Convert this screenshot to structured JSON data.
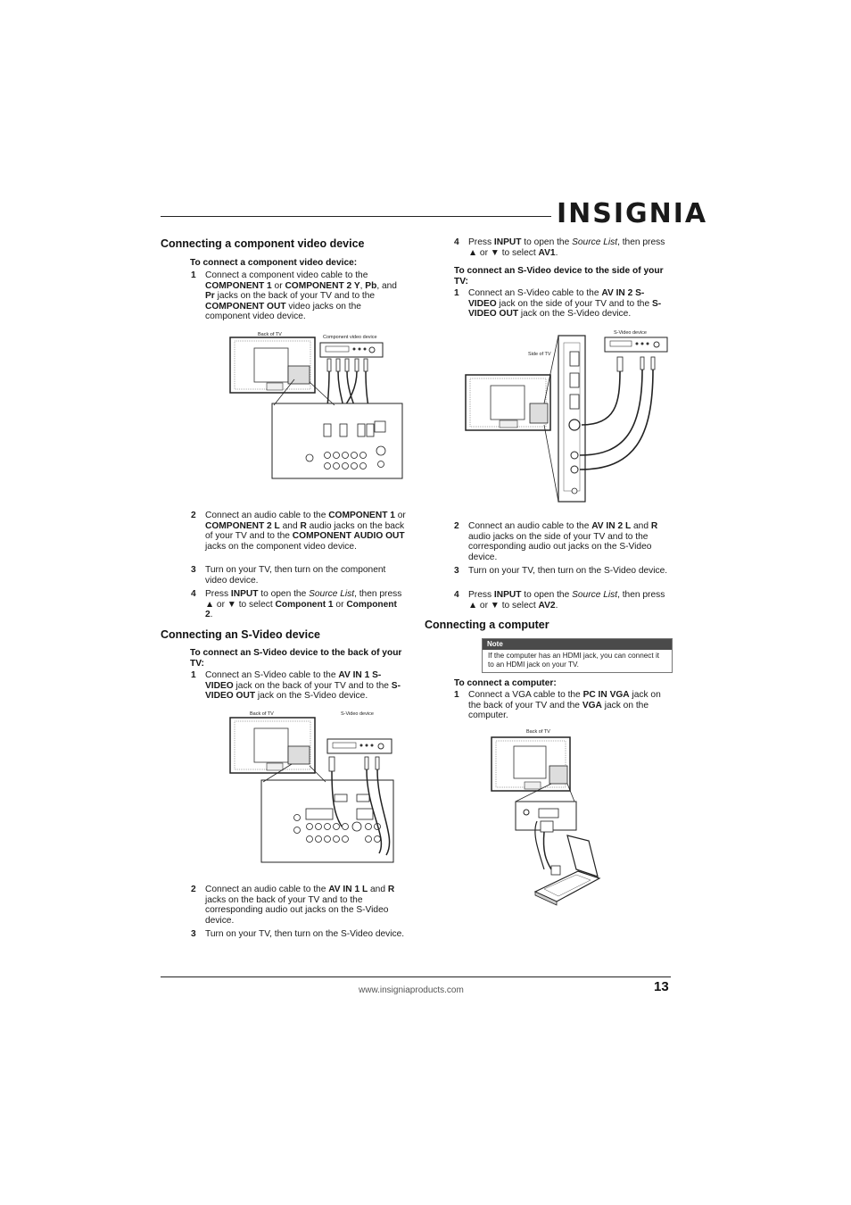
{
  "header": {
    "logo_text": "INSIGNIA",
    "tm": "™"
  },
  "left": {
    "h1": "Connecting a component video device",
    "sub1": "To connect a component video device:",
    "comp_step1": {
      "num": "1",
      "parts": [
        "Connect a component video cable to the ",
        "COMPONENT 1",
        " or ",
        "COMPONENT 2 Y",
        ", ",
        "Pb",
        ", and ",
        "Pr",
        " jacks on the back of your TV and to the ",
        "COMPONENT OUT",
        " video jacks on the component video device."
      ]
    },
    "fig1": {
      "label_back": "Back of TV",
      "label_device": "Component video device"
    },
    "comp_step2": {
      "num": "2",
      "parts": [
        "Connect an audio cable to the ",
        "COMPONENT 1",
        " or ",
        "COMPONENT 2 L",
        " and ",
        "R",
        " audio jacks on the back of your TV and to the ",
        "COMPONENT AUDIO OUT",
        " jacks on the component video device."
      ]
    },
    "comp_step3": {
      "num": "3",
      "text": "Turn on your TV, then turn on the component video device."
    },
    "comp_step4": {
      "num": "4",
      "parts": [
        "Press ",
        "INPUT",
        " to open the ",
        "Source List",
        ", then press ▲ or ▼ to select ",
        "Component 1",
        " or ",
        "Component 2",
        "."
      ]
    },
    "h2": "Connecting an S-Video device",
    "sub2": "To connect an S-Video device to the back of your TV:",
    "sv_step1": {
      "num": "1",
      "parts": [
        "Connect an S-Video cable to the ",
        "AV IN 1 S-VIDEO",
        " jack on the back of your TV and to the ",
        "S-VIDEO OUT",
        " jack on the S-Video device."
      ]
    },
    "fig2": {
      "label_back": "Back of TV",
      "label_device": "S-Video device"
    },
    "sv_step2": {
      "num": "2",
      "parts": [
        "Connect an audio cable to the ",
        "AV IN 1 L",
        " and ",
        "R",
        " jacks on the back of your TV and to the corresponding audio out jacks on the S-Video device."
      ]
    },
    "sv_step3": {
      "num": "3",
      "text": "Turn on your TV, then turn on the S-Video device."
    }
  },
  "right": {
    "top_step4": {
      "num": "4",
      "parts": [
        "Press ",
        "INPUT",
        " to open the ",
        "Source List",
        ", then press ▲ or ▼ to select ",
        "AV1",
        "."
      ]
    },
    "sub3": "To connect an S-Video device to the side of your TV:",
    "side_step1": {
      "num": "1",
      "parts": [
        "Connect an S-Video cable to the ",
        "AV IN 2 S-VIDEO",
        " jack on the side of your TV and to the ",
        "S-VIDEO OUT",
        " jack on the S-Video device."
      ]
    },
    "fig3": {
      "label_side": "Side of TV",
      "label_device": "S-Video device"
    },
    "side_step2": {
      "num": "2",
      "parts": [
        "Connect an audio cable to the ",
        "AV IN 2 L",
        " and ",
        "R",
        " audio jacks on the side of your TV and to the corresponding audio out jacks on the S-Video device."
      ]
    },
    "side_step3": {
      "num": "3",
      "text": "Turn on your TV, then turn on the S-Video device."
    },
    "side_step4": {
      "num": "4",
      "parts": [
        "Press ",
        "INPUT",
        " to open the ",
        "Source List",
        ", then press ▲ or ▼ to select ",
        "AV2",
        "."
      ]
    },
    "h3": "Connecting a computer",
    "note": {
      "title": "Note",
      "text": "If the computer has an HDMI jack, you can connect it to an HDMI jack on your TV."
    },
    "sub4": "To connect a computer:",
    "pc_step1": {
      "num": "1",
      "parts": [
        "Connect a VGA cable to the ",
        "PC IN VGA",
        " jack on the back of your TV and the ",
        "VGA",
        " jack on the computer."
      ]
    },
    "fig4": {
      "label_back": "Back of TV"
    }
  },
  "footer": {
    "url": "www.insigniaproducts.com",
    "page": "13"
  }
}
